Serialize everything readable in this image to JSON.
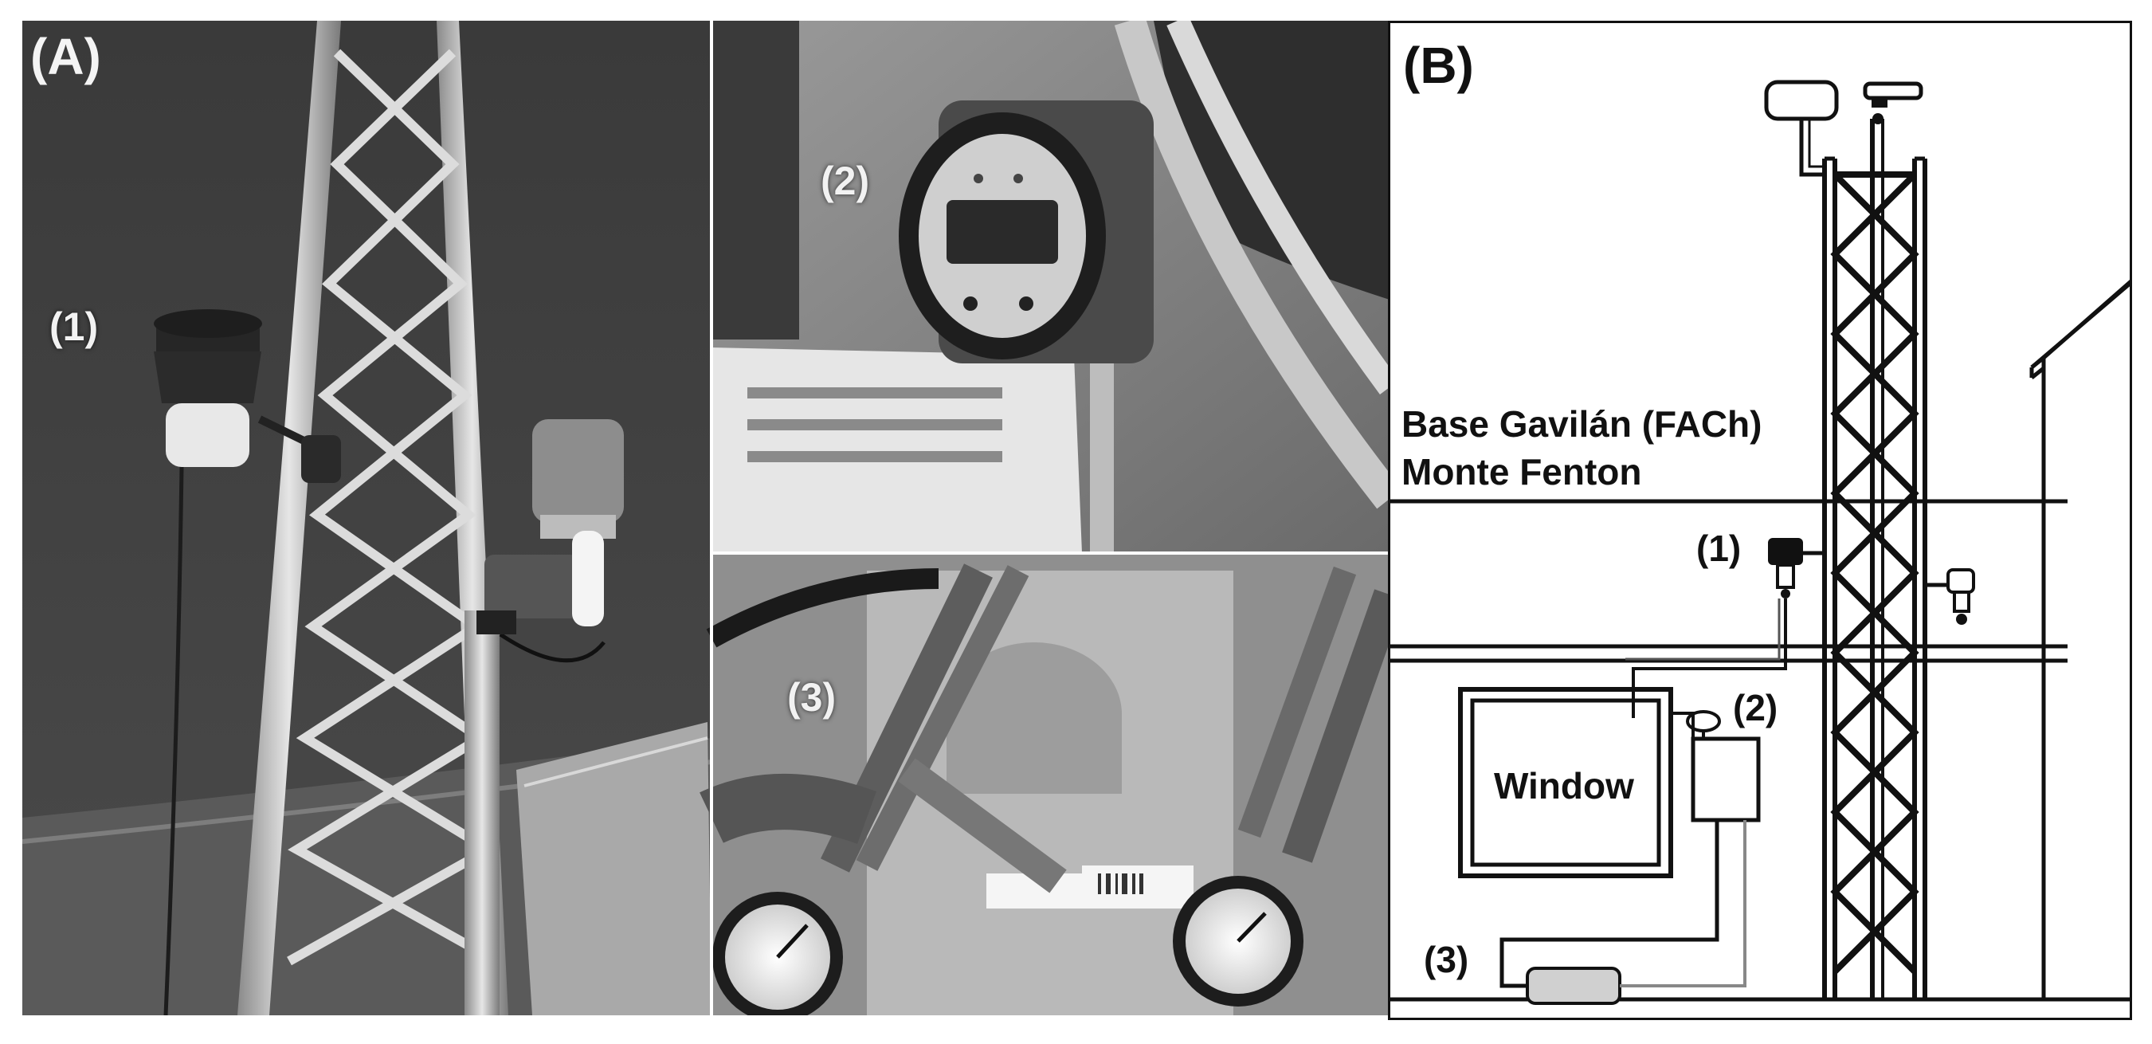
{
  "panels": {
    "a": {
      "label": "(A)"
    },
    "b": {
      "label": "(B)"
    }
  },
  "photo_callouts": {
    "sensor_1": "(1)",
    "sensor_2": "(2)",
    "sensor_3": "(3)"
  },
  "diagram": {
    "site_line_1": "Base Gavilán (FACh)",
    "site_line_2": "Monte Fenton",
    "callout_1": "(1)",
    "callout_2": "(2)",
    "callout_3": "(3)",
    "window_label": "Window"
  }
}
